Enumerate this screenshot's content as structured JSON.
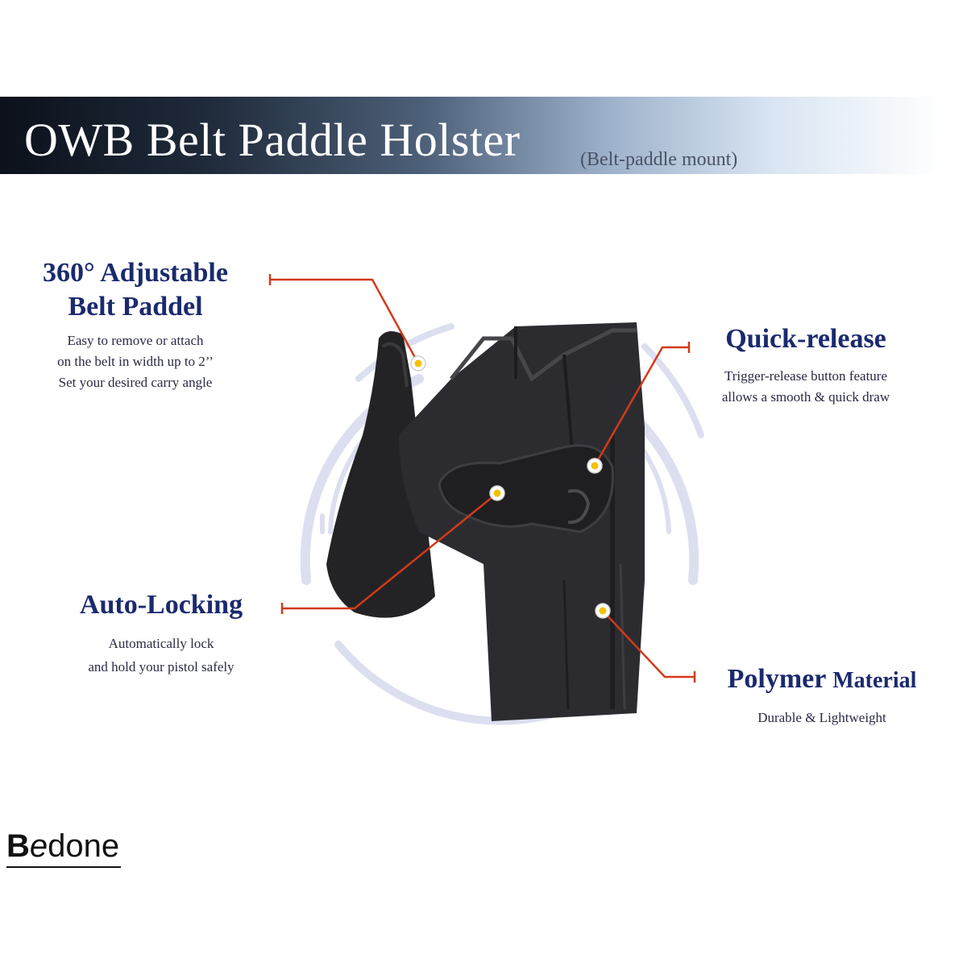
{
  "header": {
    "title": "OWB Belt Paddle Holster",
    "subtitle": "(Belt-paddle mount)"
  },
  "features": {
    "adjustable": {
      "title_line1": "360° Adjustable",
      "title_line2": "Belt Paddel",
      "desc_line1": "Easy to remove or attach",
      "desc_line2": "on the belt in width up to 2’’",
      "desc_line3": "Set your desired carry angle"
    },
    "quick_release": {
      "title": "Quick-release",
      "desc_line1": "Trigger-release button feature",
      "desc_line2": "allows a smooth & quick draw"
    },
    "auto_locking": {
      "title": "Auto-Locking",
      "desc_line1": "Automatically lock",
      "desc_line2": "and hold your pistol safely"
    },
    "polymer": {
      "title_main": "Polymer",
      "title_rest": "Material",
      "desc": "Durable & Lightweight"
    }
  },
  "brand": {
    "initial": "B",
    "italic_letter": "e",
    "rest": "done"
  },
  "colors": {
    "title_blue": "#1b2a6e",
    "callout_red": "#d23a1a",
    "holster_black": "#2a2a2d"
  }
}
